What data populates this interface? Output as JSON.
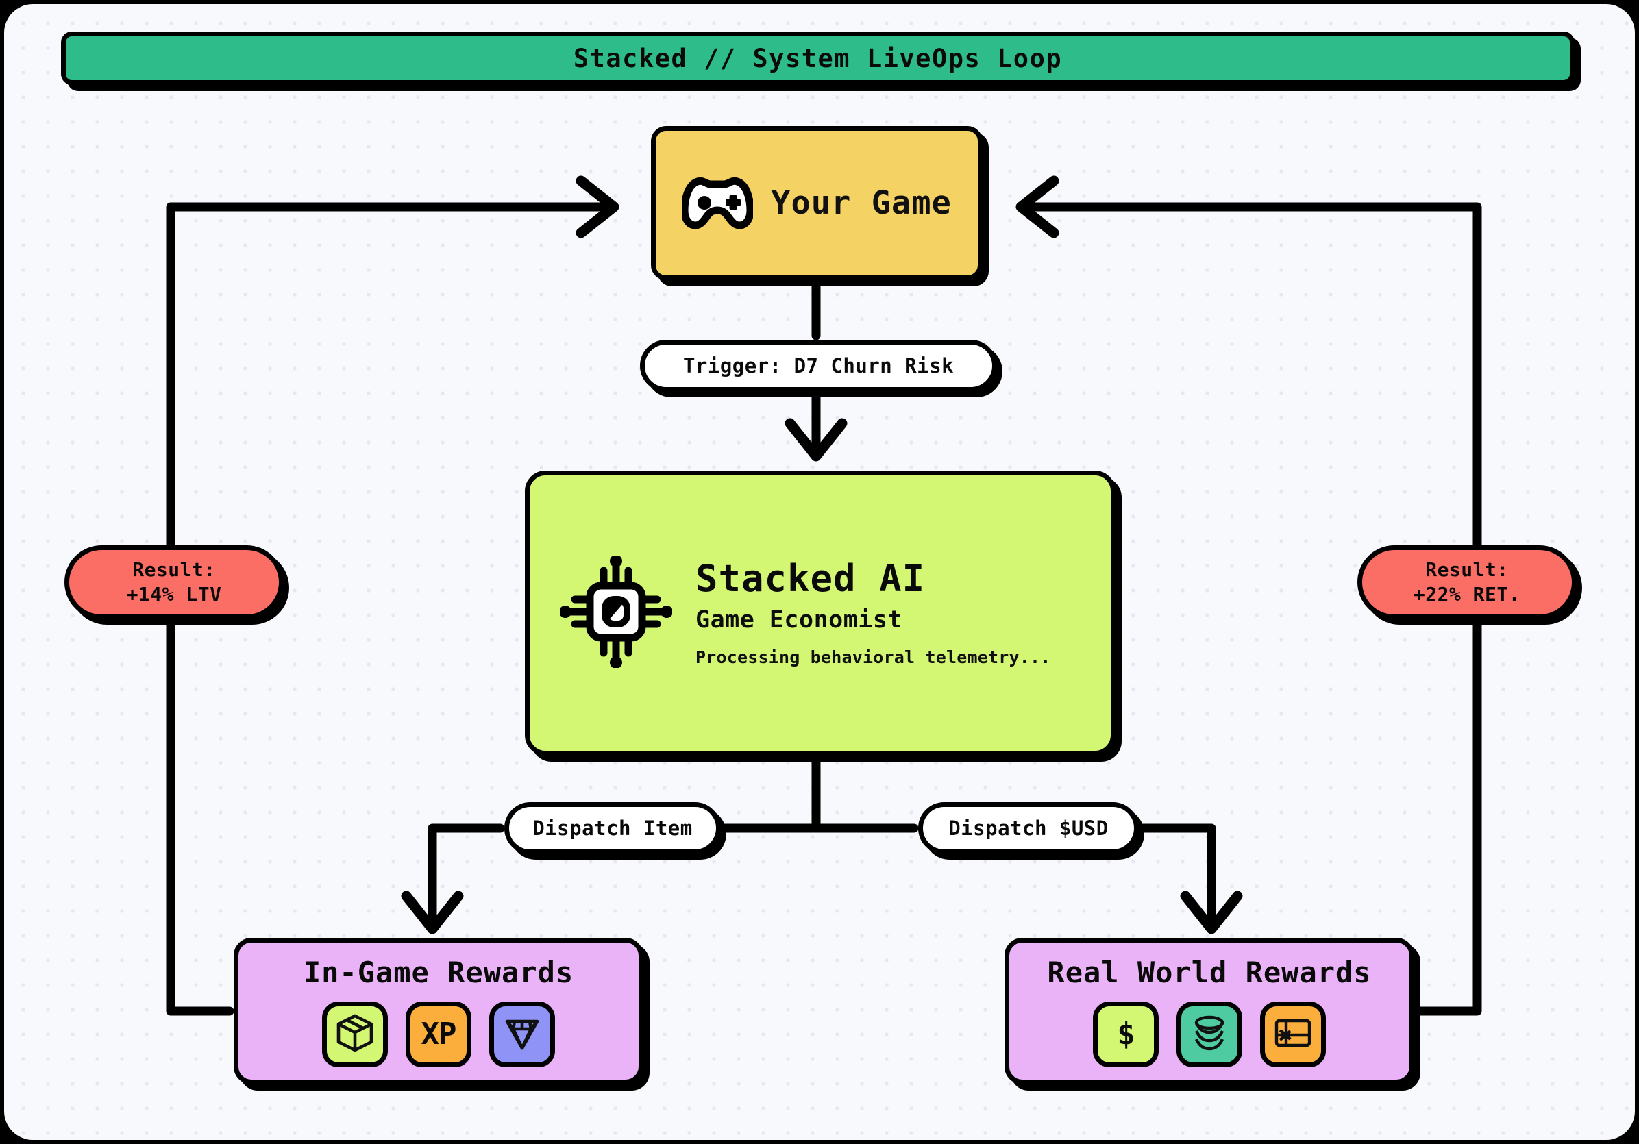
{
  "title": {
    "text": "Stacked // System LiveOps Loop",
    "bg": "#2ebd8a"
  },
  "nodes": {
    "your_game": {
      "label": "Your Game",
      "icon": "gamepad-icon",
      "bg": "#f5d264"
    },
    "stacked_ai": {
      "title": "Stacked AI",
      "role": "Game Economist",
      "status": "Processing behavioral telemetry...",
      "icon": "cpu-chip-icon",
      "bg": "#d4f773"
    },
    "ingame_rewards": {
      "title": "In-Game Rewards",
      "bg": "#eab3f7",
      "tiles": [
        {
          "name": "loot-box-icon",
          "glyph": "",
          "bg": "#d4f773"
        },
        {
          "name": "xp-icon",
          "glyph": "XP",
          "bg": "#fbae3c"
        },
        {
          "name": "gem-icon",
          "glyph": "",
          "bg": "#8e93f5"
        }
      ]
    },
    "realworld_rewards": {
      "title": "Real World Rewards",
      "bg": "#eab3f7",
      "tiles": [
        {
          "name": "dollar-icon",
          "glyph": "$",
          "bg": "#d4f773"
        },
        {
          "name": "coin-stack-icon",
          "glyph": "",
          "bg": "#4ecba0"
        },
        {
          "name": "gift-card-icon",
          "glyph": "",
          "bg": "#fbae3c"
        }
      ]
    }
  },
  "edge_labels": {
    "trigger": "Trigger: D7 Churn Risk",
    "dispatch_item": "Dispatch Item",
    "dispatch_usd": "Dispatch $USD"
  },
  "results": [
    {
      "name": "result-ltv",
      "line1": "Result:",
      "line2": "+14% LTV",
      "bg": "#fb6e66"
    },
    {
      "name": "result-ret",
      "line1": "Result:",
      "line2": "+22% RET.",
      "bg": "#fb6e66"
    }
  ],
  "theme": {
    "canvas_bg": "#f7f9fd",
    "dot_color": "#e7e6f2",
    "stroke": "#000000"
  }
}
